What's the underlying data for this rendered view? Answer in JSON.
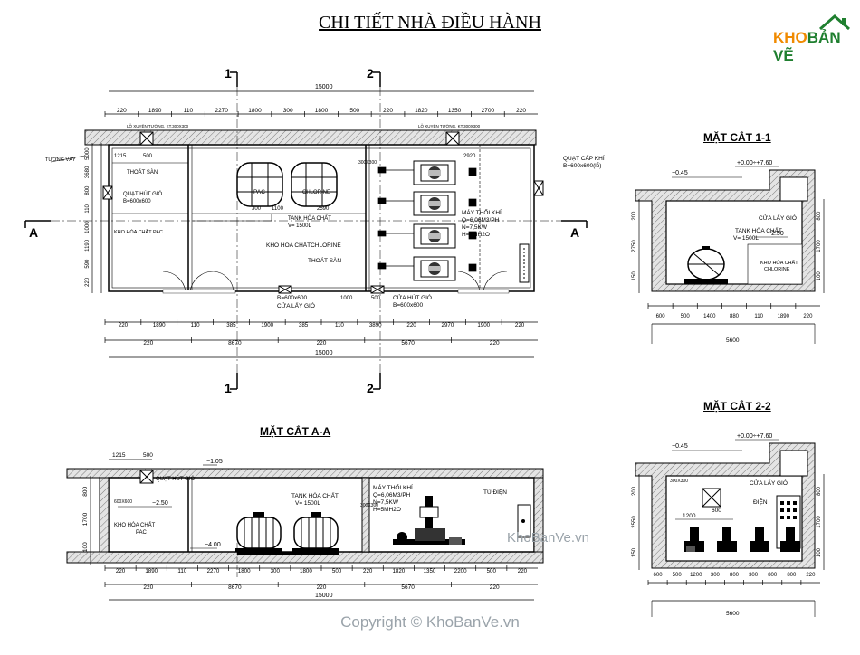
{
  "title": "CHI TIẾT NHÀ ĐIỀU HÀNH",
  "logo": {
    "part1": "KHO",
    "part2": "BẢN VẼ"
  },
  "watermark": "KhoBanVe.vn",
  "copyright": "Copyright © KhoBanVe.vn",
  "section_titles": {
    "aa": "MẶT CẮT A-A",
    "s11": "MẶT CẮT 1-1",
    "s22": "MẶT CẮT 2-2"
  },
  "plan": {
    "cut_markers": {
      "one": "1",
      "two": "2",
      "a": "A"
    },
    "top_dims": [
      "220",
      "1890",
      "110",
      "2270",
      "1800",
      "300",
      "1800",
      "500",
      "220",
      "1820",
      "1350",
      "2700",
      "220"
    ],
    "overall": "15000",
    "wall_notes": [
      "LỖ XUYÊN TƯỜNG, KT.300X300",
      "LỖ XUYÊN TƯỜNG, KT.300X300"
    ],
    "left_dims": [
      "5000",
      "3680",
      "800",
      "110",
      "1000",
      "1190",
      "590",
      "220"
    ],
    "labels": {
      "tuong_vay": "TƯỜNG VÂY",
      "thoat_san_1": "THOÁT SÀN",
      "quat_hut_gio": "QUẠT HÚT GIÓ",
      "quat_size": "B=600x600",
      "kho_pac": "KHO HÓA CHẤT PAC",
      "pac": "PAC",
      "chlorine": "CHLORINE",
      "tank_hoa_chat": "TANK HÓA CHẤT",
      "tank_v": "V= 1500L",
      "kho_chlorine": "KHO HÓA CHẤTCHLORINE",
      "thoat_san_2": "THOÁT SÀN",
      "cua_lay_gio": "CỬA LẤY GIÓ",
      "cua_size": "B=600x600",
      "cua_hut_gio": "CỬA HÚT GIÓ",
      "cua_hut_size": "B=600x600",
      "may_thoi_khi": "MÁY THỔI KHÍ",
      "q": "Q=6,06M3/PH",
      "n": "N=7,5KW",
      "h": "H=5MH2O",
      "quat_cap_khi": "QUẠT CẤP KHÍ",
      "quat_cap_size": "B=600x600(lỗ)",
      "d_1215": "1215",
      "d_500": "500",
      "d_300x300": "300X300",
      "d_2920": "2920",
      "d_300": "300",
      "d_1100": "1100",
      "d_2590": "2590",
      "d_1000a": "1000",
      "d_1000b": "1000",
      "d_500b": "500"
    },
    "bottom_dims_1": [
      "220",
      "1890",
      "110",
      "385",
      "1900",
      "385",
      "110",
      "3890",
      "220",
      "2970",
      "1900",
      "220"
    ],
    "bottom_dims_2": [
      "220",
      "8670",
      "220",
      "5670",
      "220"
    ],
    "overall_bottom": "15000"
  },
  "section_aa": {
    "dims_top": [
      "1215",
      "500"
    ],
    "levels": [
      "−1.05",
      "−2.50",
      "−4.00"
    ],
    "labels": {
      "quat_hut_gio": "QUẠT HÚT GIÓ",
      "quat_size": "600X600",
      "kho_pac": "KHO HÓA CHẤT",
      "kho_pac_2": "PAC",
      "tank": "TANK HÓA CHẤT",
      "tank_v": "V= 1500L",
      "may_thoi_khi": "MÁY THỔI KHÍ",
      "q": "Q=6,06M3/PH",
      "n": "N=7,5KW",
      "h": "H=5MH2O",
      "d300x300": "300X300",
      "tu_dien": "TỦ ĐIỆN"
    },
    "left_dims": [
      "800",
      "1700",
      "100"
    ],
    "bottom_dims_1": [
      "220",
      "1890",
      "110",
      "2270",
      "1800",
      "300",
      "1800",
      "500",
      "220",
      "1820",
      "1350",
      "2200",
      "500",
      "220"
    ],
    "bottom_dims_2": [
      "220",
      "8670",
      "220",
      "5670",
      "220"
    ],
    "overall": "15000"
  },
  "section_11": {
    "levels": [
      "−0.45",
      "+0.00÷+7.60",
      "−2.50"
    ],
    "labels": {
      "cua_lay_gio": "CỬA LẤY GIÓ",
      "tank": "TANK HÓA CHẤT",
      "tank_v": "V= 1500L",
      "kho_chlorine": "KHO HÓA CHẤT",
      "kho_chlorine_2": "CHLORINE"
    },
    "left_dims": [
      "200",
      "2750",
      "150"
    ],
    "right_dims": [
      "800",
      "1700",
      "100"
    ],
    "bottom_dims": [
      "600",
      "500",
      "1400",
      "880",
      "110",
      "1890",
      "220"
    ],
    "overall": "5600"
  },
  "section_22": {
    "levels": [
      "−0.45",
      "+0.00÷+7.60"
    ],
    "labels": {
      "d300x300": "300X300",
      "cua_lay_gio": "CỬA LẤY GIÓ",
      "dien": "ĐIỆN"
    },
    "inner_dims": [
      "1200",
      "600"
    ],
    "left_dims": [
      "200",
      "2550",
      "150"
    ],
    "right_dims": [
      "800",
      "1700",
      "100"
    ],
    "bottom_dims": [
      "600",
      "500",
      "1200",
      "300",
      "800",
      "300",
      "800",
      "800",
      "220"
    ],
    "overall": "5600"
  }
}
